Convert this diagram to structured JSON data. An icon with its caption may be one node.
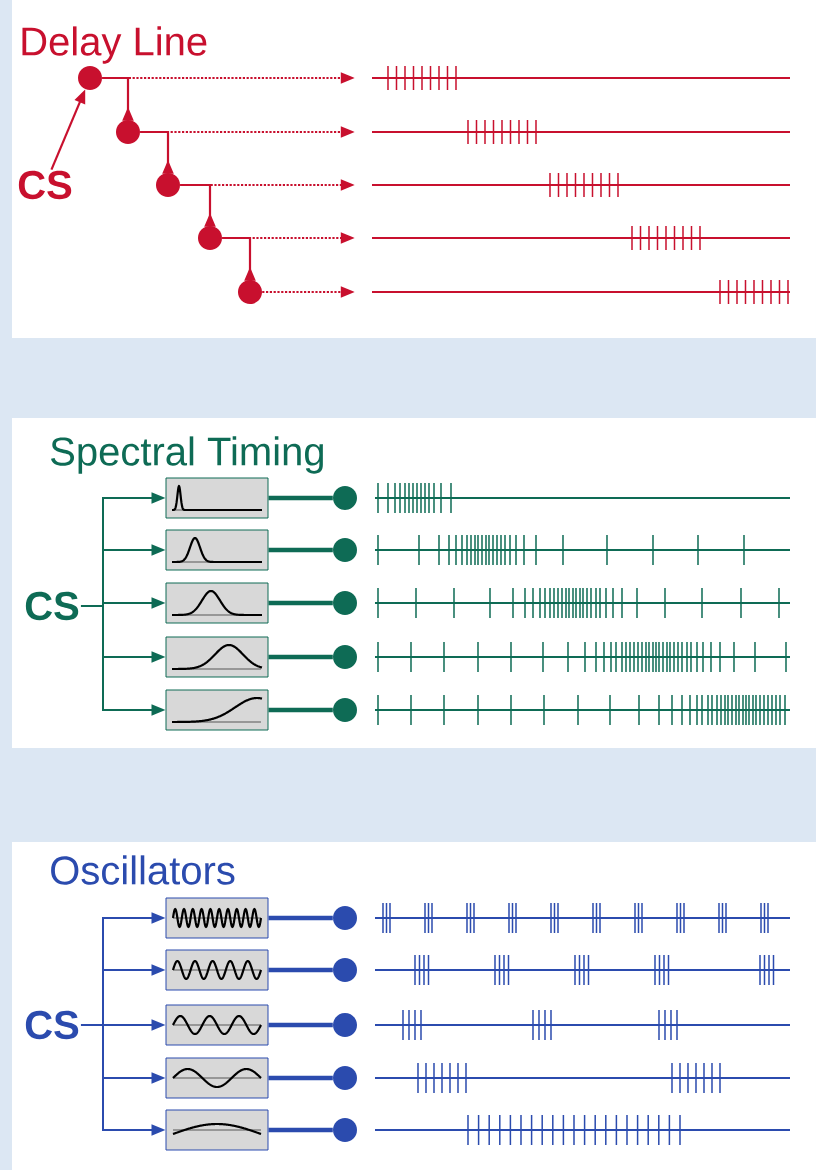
{
  "diagram": {
    "nodes": [
      {
        "text": [
          "CS"
        ]
      },
      {
        "text": [],
        "shape": "circle"
      },
      {
        "text": [],
        "shape": "circle"
      },
      {
        "text": [],
        "shape": "circle"
      },
      {
        "text": [],
        "shape": "circle"
      },
      {
        "text": [],
        "shape": "circle"
      },
      {
        "text": [],
        "shape": "bar"
      },
      {
        "text": [],
        "shape": "bar"
      },
      {
        "text": [],
        "shape": "bar"
      },
      {
        "text": [],
        "shape": "bar"
      },
      {
        "text": [],
        "shape": "bar"
      },
      {
        "text": [
          "CS"
        ]
      },
      {
        "text": [],
        "shape": "box"
      },
      {
        "text": [],
        "shape": "box"
      },
      {
        "text": [],
        "shape": "box"
      },
      {
        "text": [],
        "shape": "box"
      },
      {
        "text": [],
        "shape": "box"
      },
      {
        "text": [],
        "shape": "circle"
      },
      {
        "text": [],
        "shape": "circle"
      },
      {
        "text": [],
        "shape": "circle"
      },
      {
        "text": [],
        "shape": "circle"
      },
      {
        "text": [],
        "shape": "circle"
      },
      {
        "text": [
          "CS"
        ]
      },
      {
        "text": [],
        "shape": "box"
      },
      {
        "text": [],
        "shape": "box"
      },
      {
        "text": [],
        "shape": "box"
      },
      {
        "text": [],
        "shape": "box"
      },
      {
        "text": [],
        "shape": "box"
      },
      {
        "text": [],
        "shape": "circle"
      },
      {
        "text": [],
        "shape": "circle"
      },
      {
        "text": [],
        "shape": "circle"
      },
      {
        "text": [],
        "shape": "circle"
      },
      {
        "text": [],
        "shape": "circle"
      }
    ],
    "edges": [
      {
        "from": 0,
        "to": 1,
        "arrow": "to",
        "color": "#c8102e"
      },
      {
        "from": 2,
        "to": 1,
        "arrow": "to",
        "color": "#c8102e"
      },
      {
        "from": 3,
        "to": 2,
        "arrow": "to",
        "color": "#c8102e"
      },
      {
        "from": 4,
        "to": 3,
        "arrow": "to",
        "color": "#c8102e"
      },
      {
        "from": 5,
        "to": 4,
        "arrow": "to",
        "color": "#c8102e"
      },
      {
        "from": 1,
        "to": 6,
        "arrow": "to",
        "style": "dashed",
        "color": "#c8102e"
      },
      {
        "from": 2,
        "to": 7,
        "arrow": "to",
        "style": "dashed",
        "color": "#c8102e"
      },
      {
        "from": 3,
        "to": 8,
        "arrow": "to",
        "style": "dashed",
        "color": "#c8102e"
      },
      {
        "from": 4,
        "to": 9,
        "arrow": "to",
        "style": "dashed",
        "color": "#c8102e"
      },
      {
        "from": 5,
        "to": 10,
        "arrow": "to",
        "style": "dashed",
        "color": "#c8102e"
      },
      {
        "from": 11,
        "to": 12,
        "arrow": "to",
        "color": "#0e6b55"
      },
      {
        "from": 11,
        "to": 13,
        "arrow": "to",
        "color": "#0e6b55"
      },
      {
        "from": 11,
        "to": 14,
        "arrow": "to",
        "color": "#0e6b55"
      },
      {
        "from": 11,
        "to": 15,
        "arrow": "to",
        "color": "#0e6b55"
      },
      {
        "from": 11,
        "to": 16,
        "arrow": "to",
        "color": "#0e6b55"
      },
      {
        "from": 12,
        "to": 17,
        "arrow": "none",
        "style": "thick",
        "color": "#0e6b55"
      },
      {
        "from": 13,
        "to": 18,
        "arrow": "none",
        "style": "thick",
        "color": "#0e6b55"
      },
      {
        "from": 14,
        "to": 19,
        "arrow": "none",
        "style": "thick",
        "color": "#0e6b55"
      },
      {
        "from": 15,
        "to": 20,
        "arrow": "none",
        "style": "thick",
        "color": "#0e6b55"
      },
      {
        "from": 16,
        "to": 21,
        "arrow": "none",
        "style": "thick",
        "color": "#0e6b55"
      },
      {
        "from": 22,
        "to": 23,
        "arrow": "to",
        "color": "#2b4bae"
      },
      {
        "from": 22,
        "to": 24,
        "arrow": "to",
        "color": "#2b4bae"
      },
      {
        "from": 22,
        "to": 25,
        "arrow": "to",
        "color": "#2b4bae"
      },
      {
        "from": 22,
        "to": 26,
        "arrow": "to",
        "color": "#2b4bae"
      },
      {
        "from": 22,
        "to": 27,
        "arrow": "to",
        "color": "#2b4bae"
      },
      {
        "from": 23,
        "to": 28,
        "arrow": "none",
        "style": "thick",
        "color": "#2b4bae"
      },
      {
        "from": 24,
        "to": 29,
        "arrow": "none",
        "style": "thick",
        "color": "#2b4bae"
      },
      {
        "from": 25,
        "to": 30,
        "arrow": "none",
        "style": "thick",
        "color": "#2b4bae"
      },
      {
        "from": 26,
        "to": 31,
        "arrow": "none",
        "style": "thick",
        "color": "#2b4bae"
      },
      {
        "from": 27,
        "to": 32,
        "arrow": "none",
        "style": "thick",
        "color": "#2b4bae"
      }
    ],
    "labels": [
      "Delay Line",
      "Spectral Timing",
      "Oscillators"
    ]
  }
}
